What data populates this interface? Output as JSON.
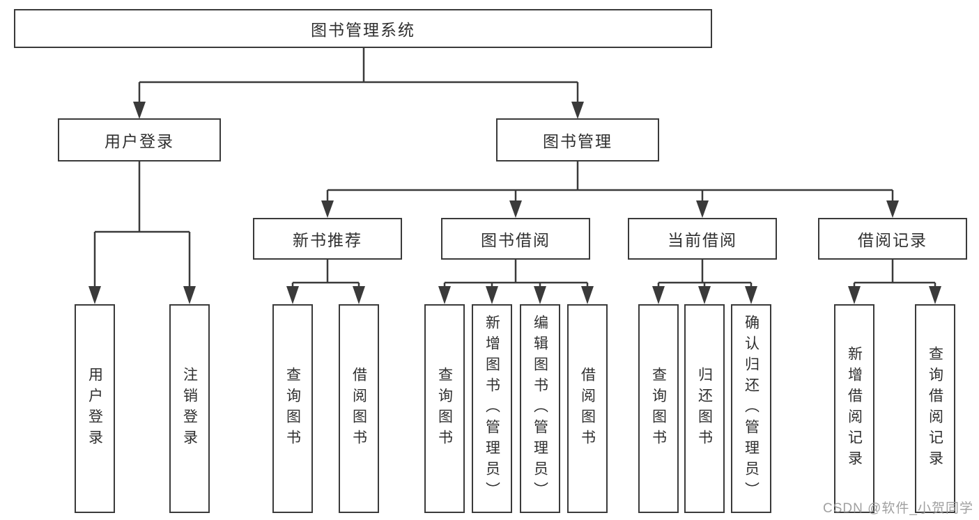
{
  "nodes": {
    "root": "图书管理系统",
    "level2": [
      "用户登录",
      "图书管理"
    ],
    "level3": [
      "新书推荐",
      "图书借阅",
      "当前借阅",
      "借阅记录"
    ],
    "leaves": {
      "user_login": [
        "用户登录",
        "注销登录"
      ],
      "new_book_recommend": [
        "查询图书",
        "借阅图书"
      ],
      "book_borrow": [
        "查询图书",
        "新增图书（管理员）",
        "编辑图书（管理员）",
        "借阅图书"
      ],
      "current_borrow": [
        "查询图书",
        "归还图书",
        "确认归还（管理员）"
      ],
      "borrow_records": [
        "新增借阅记录",
        "查询借阅记录"
      ]
    }
  },
  "watermark": "CSDN @软件_小贺同学",
  "colors": {
    "line": "#3a3a3a",
    "box_border": "#3a3a3a",
    "text": "#2f2f2f",
    "watermark": "#9b9b9b",
    "background": "#ffffff"
  }
}
